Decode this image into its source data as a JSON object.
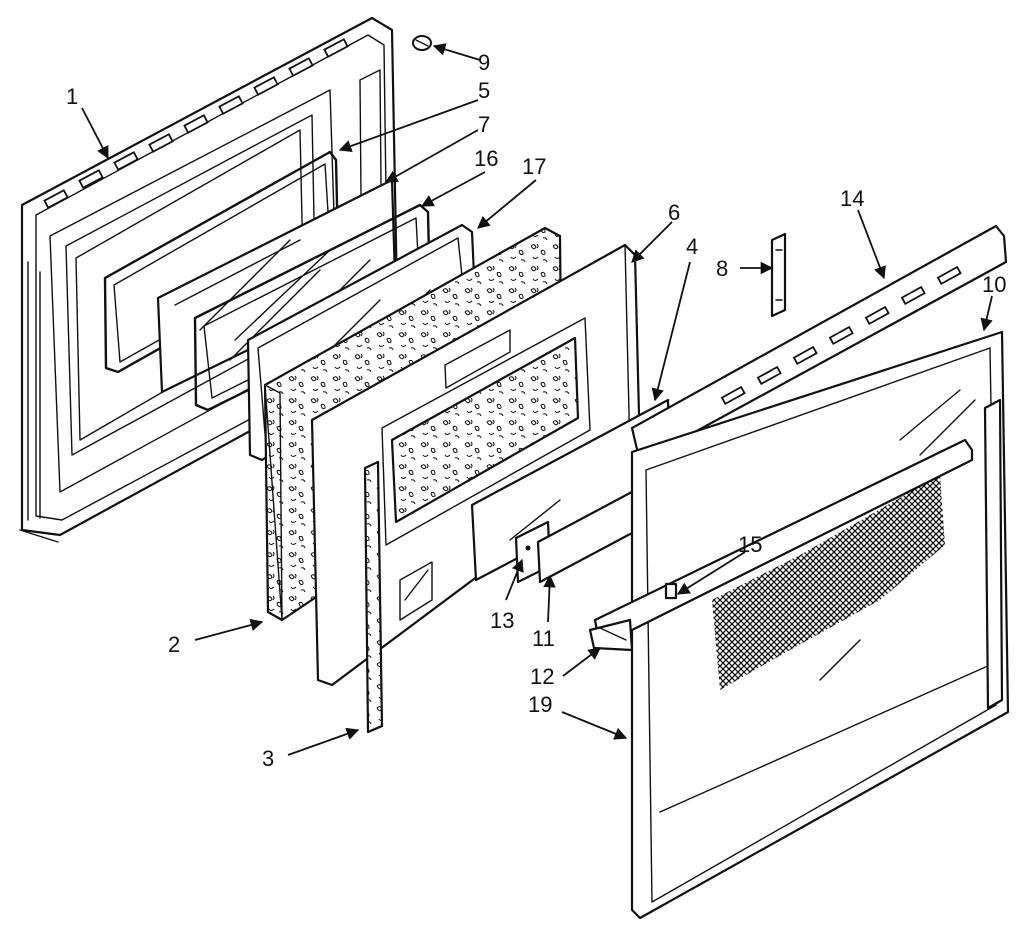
{
  "callouts": {
    "c1": "1",
    "c2": "2",
    "c3": "3",
    "c4": "4",
    "c5": "5",
    "c6": "6",
    "c7": "7",
    "c8": "8",
    "c9": "9",
    "c10": "10",
    "c11": "11",
    "c12": "12",
    "c13": "13",
    "c14": "14",
    "c15": "15",
    "c16": "16",
    "c17": "17",
    "c19": "19"
  }
}
